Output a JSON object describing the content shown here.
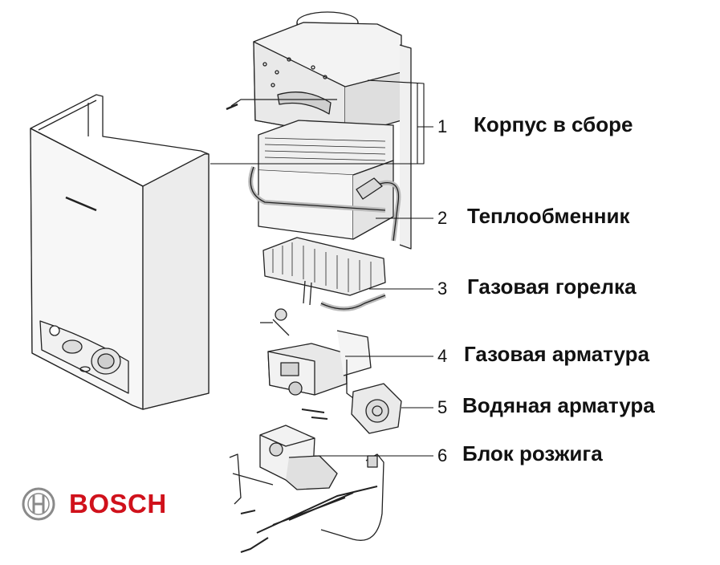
{
  "brand": {
    "name": "BOSCH",
    "color": "#d0111b",
    "logo_icon": "bosch-armature-icon"
  },
  "parts": [
    {
      "number": "1",
      "label": "Корпус в сборе"
    },
    {
      "number": "2",
      "label": "Теплообменник"
    },
    {
      "number": "3",
      "label": "Газовая горелка"
    },
    {
      "number": "4",
      "label": "Газовая арматура"
    },
    {
      "number": "5",
      "label": "Водяная арматура"
    },
    {
      "number": "6",
      "label": "Блок розжига"
    }
  ]
}
